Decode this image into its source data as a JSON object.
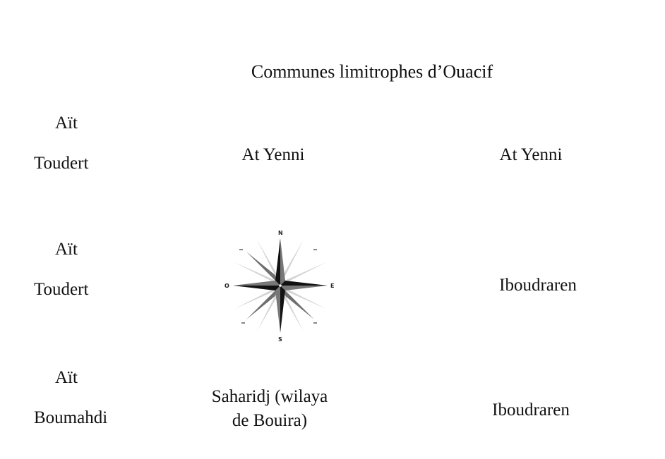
{
  "title": "Communes  limitrophes d’Ouacif",
  "grid": {
    "north_west": {
      "line1": "Aït",
      "line2": "Toudert"
    },
    "north": "At Yenni",
    "north_east": "At Yenni",
    "west": {
      "line1": "Aït",
      "line2": "Toudert"
    },
    "east": "Iboudraren",
    "south_west": {
      "line1": "Aït",
      "line2": "Boumahdi"
    },
    "south": {
      "line1": "Saharidj (wilaya",
      "line2": "de Bouira)"
    },
    "south_east": "Iboudraren"
  },
  "compass": {
    "icon": "compass-rose-icon",
    "labels": {
      "north": "N",
      "south": "S",
      "east": "E",
      "west": "O"
    }
  }
}
